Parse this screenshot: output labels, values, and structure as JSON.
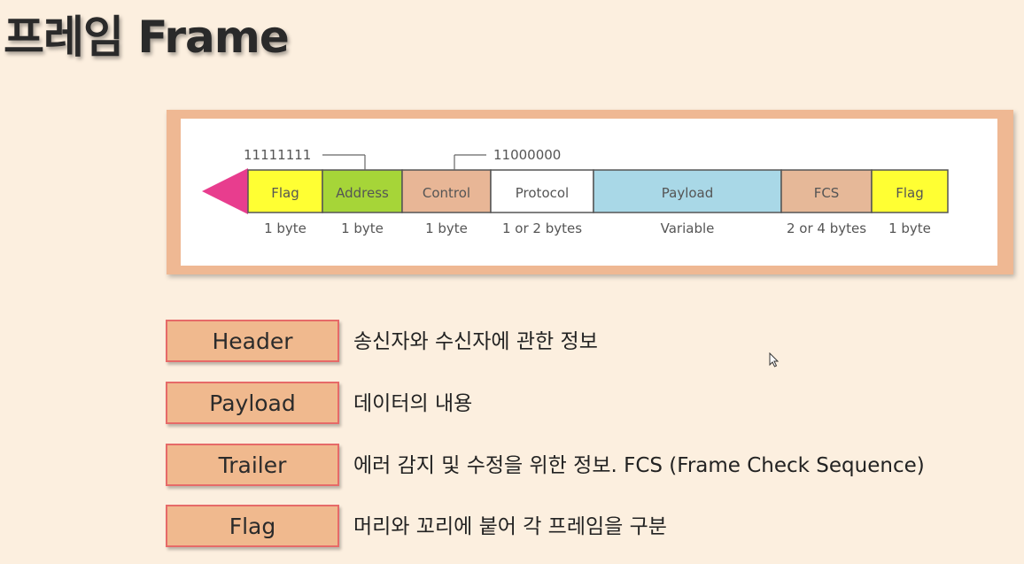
{
  "title": "프레임 Frame",
  "diagram": {
    "address_bits": "11111111",
    "control_bits": "11000000",
    "fields": [
      {
        "label": "Flag",
        "size": "1 byte",
        "color": "#ffff33"
      },
      {
        "label": "Address",
        "size": "1 byte",
        "color": "#a6d538"
      },
      {
        "label": "Control",
        "size": "1 byte",
        "color": "#e8b696"
      },
      {
        "label": "Protocol",
        "size": "1 or 2 bytes",
        "color": "#ffffff"
      },
      {
        "label": "Payload",
        "size": "Variable",
        "color": "#a9d8e7"
      },
      {
        "label": "FCS",
        "size": "2 or 4 bytes",
        "color": "#e6b898"
      },
      {
        "label": "Flag",
        "size": "1 byte",
        "color": "#ffff33"
      }
    ],
    "arrow_color": "#e83d8e"
  },
  "legend": [
    {
      "term": "Header",
      "description": "송신자와 수신자에 관한 정보"
    },
    {
      "term": "Payload",
      "description": "데이터의 내용"
    },
    {
      "term": "Trailer",
      "description": "에러 감지 및 수정을 위한 정보. FCS (Frame Check Sequence)"
    },
    {
      "term": "Flag",
      "description": "머리와 꼬리에 붙어 각 프레임을 구분"
    }
  ]
}
